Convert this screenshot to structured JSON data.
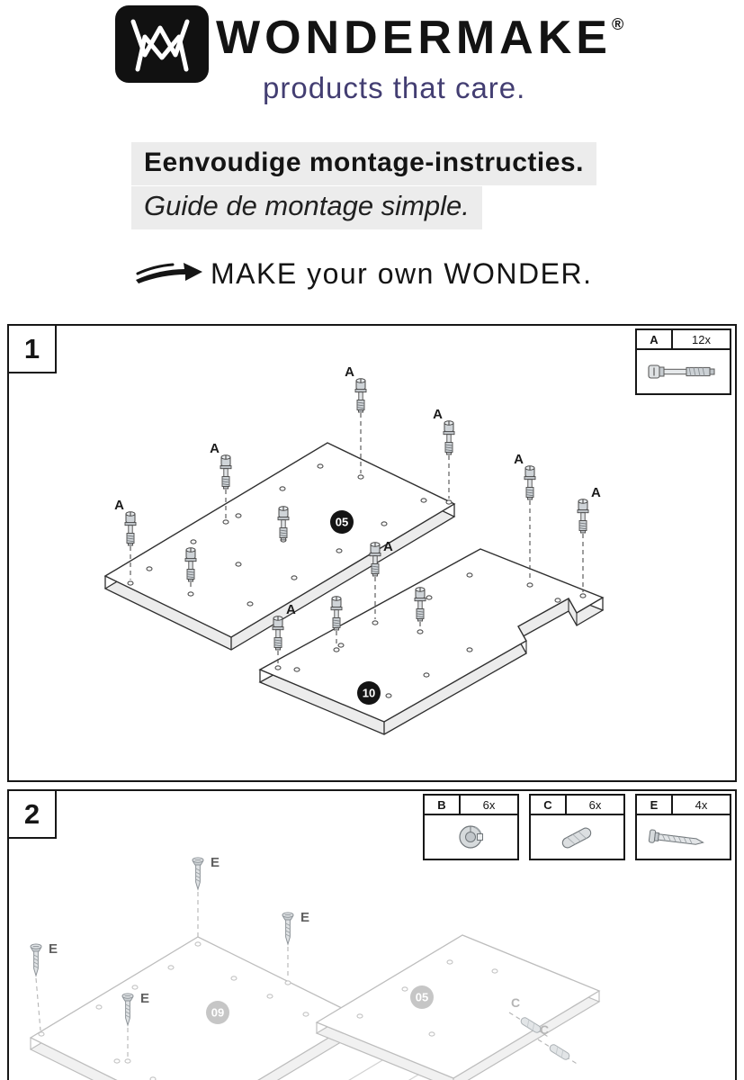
{
  "colors": {
    "accent_purple": "#433e72",
    "ink": "#171717",
    "panel_gray": "#ececec"
  },
  "brand": {
    "monogram": "WM",
    "name": "WONDERMAKE",
    "registered_mark": "®",
    "tagline": "products that care."
  },
  "intro": {
    "title_dutch": "Eenvoudige montage-instructies.",
    "title_french": "Guide de montage simple.",
    "motto": "MAKE your own WONDER."
  },
  "step1": {
    "number": "1",
    "fastener_label": "A",
    "parts": [
      {
        "label": "A",
        "qty": "12x",
        "icon": "cam-bolt-icon"
      }
    ],
    "panels": [
      {
        "id": "05"
      },
      {
        "id": "10"
      }
    ]
  },
  "step2": {
    "number": "2",
    "screw_label": "E",
    "dowel_label": "C",
    "parts": [
      {
        "label": "B",
        "qty": "6x",
        "icon": "cam-lock-icon"
      },
      {
        "label": "C",
        "qty": "6x",
        "icon": "dowel-icon"
      },
      {
        "label": "E",
        "qty": "4x",
        "icon": "wood-screw-icon"
      }
    ],
    "panels": [
      {
        "id": "09"
      },
      {
        "id": "05"
      }
    ]
  }
}
